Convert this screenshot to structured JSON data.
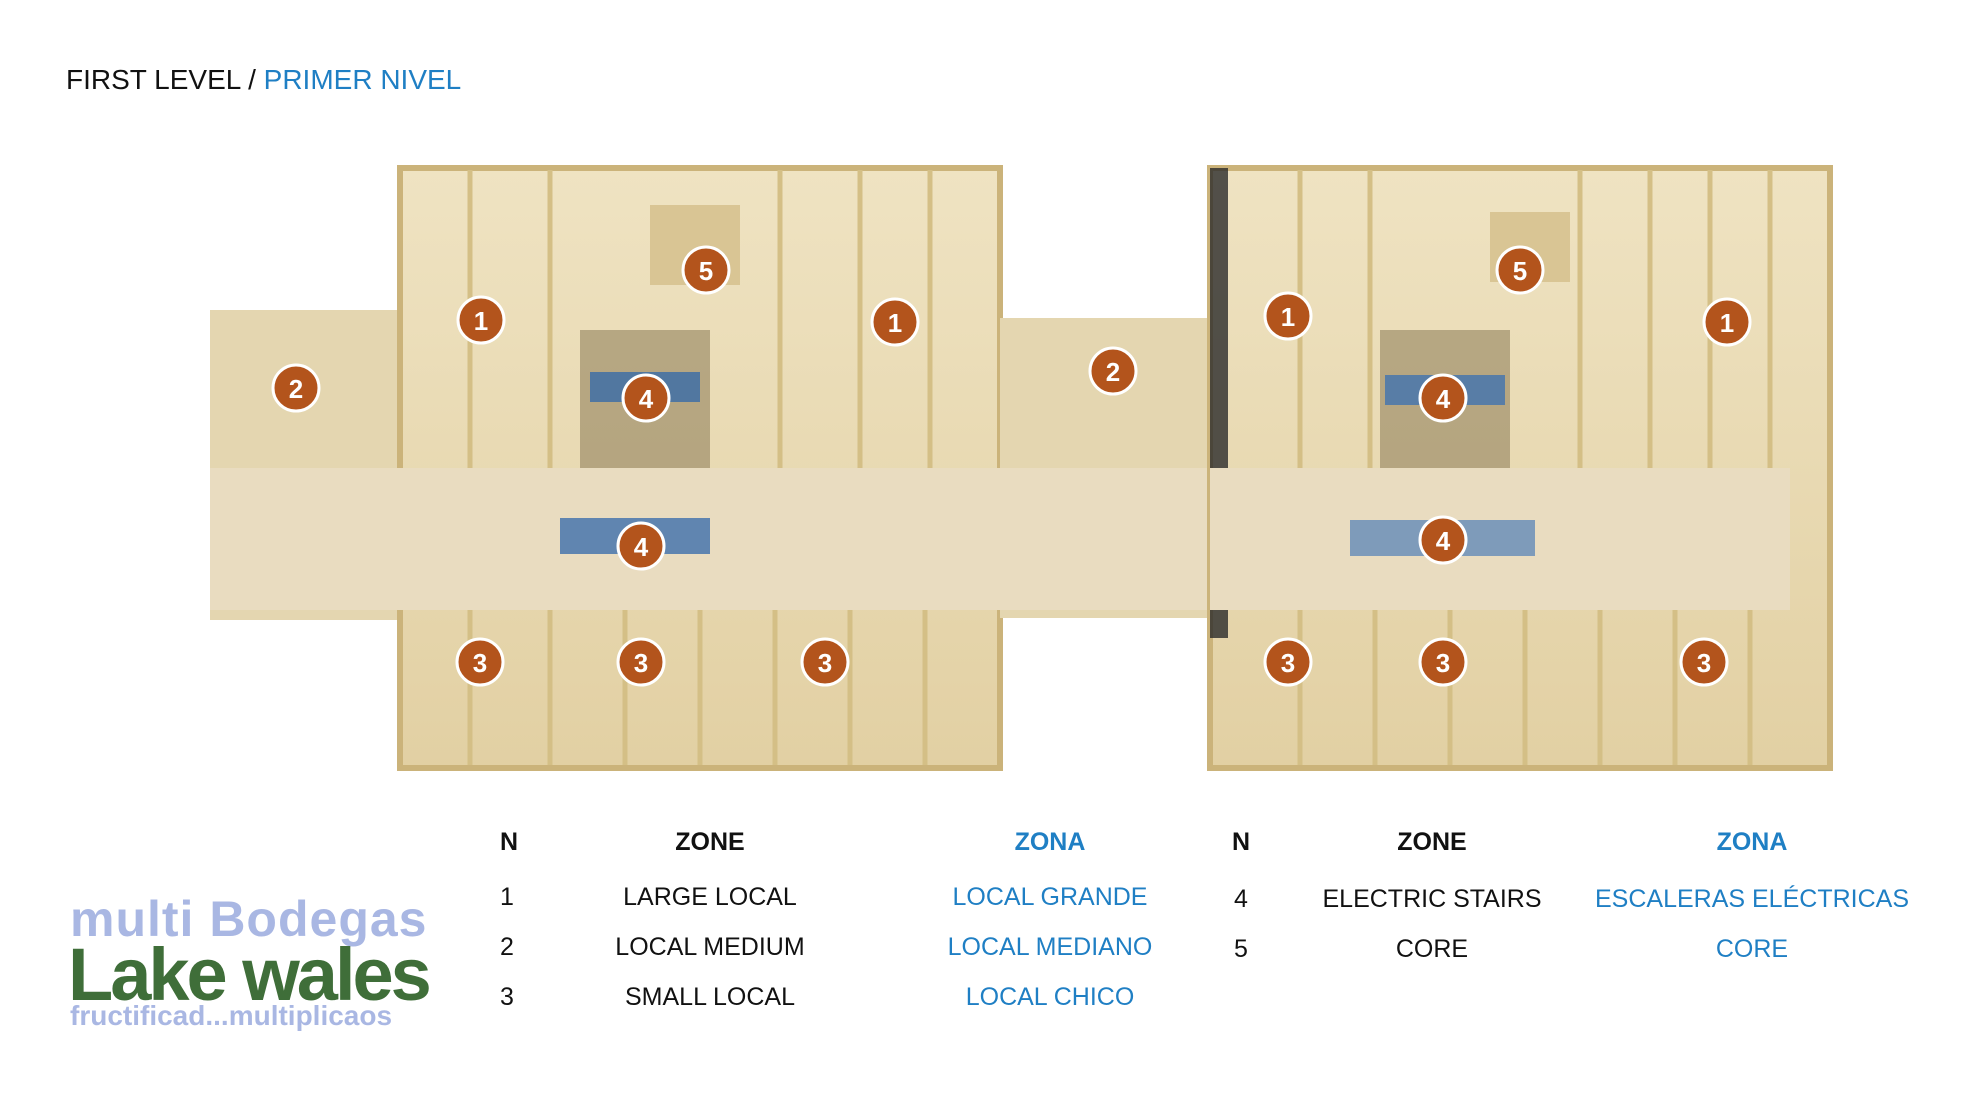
{
  "title": {
    "en": "FIRST LEVEL",
    "separator": " / ",
    "es": "PRIMER NIVEL"
  },
  "markers": [
    "1",
    "1",
    "1",
    "1",
    "2",
    "2",
    "3",
    "3",
    "3",
    "3",
    "3",
    "3",
    "4",
    "4",
    "4",
    "4",
    "5",
    "5"
  ],
  "legend": {
    "left": {
      "headers": {
        "n": "N",
        "zone": "ZONE",
        "zona": "ZONA"
      },
      "rows": [
        {
          "n": "1",
          "zone": "LARGE LOCAL",
          "zona": "LOCAL GRANDE"
        },
        {
          "n": "2",
          "zone": "LOCAL MEDIUM",
          "zona": "LOCAL MEDIANO"
        },
        {
          "n": "3",
          "zone": "SMALL LOCAL",
          "zona": "LOCAL CHICO"
        }
      ]
    },
    "right": {
      "headers": {
        "n": "N",
        "zone": "ZONE",
        "zona": "ZONA"
      },
      "rows": [
        {
          "n": "4",
          "zone": "ELECTRIC STAIRS",
          "zona": "ESCALERAS ELÉCTRICAS"
        },
        {
          "n": "5",
          "zone": "CORE",
          "zona": "CORE"
        }
      ]
    }
  },
  "logo": {
    "line1": "multi Bodegas",
    "line2": "Lake wales",
    "line3": "fructificad...multiplicaos"
  },
  "colors": {
    "accent_blue": "#1f7fc4",
    "marker": "#b3541c",
    "floor": "#e6d6ad",
    "logo_green": "#3f6e39",
    "logo_lavender": "#a9b7e3"
  }
}
